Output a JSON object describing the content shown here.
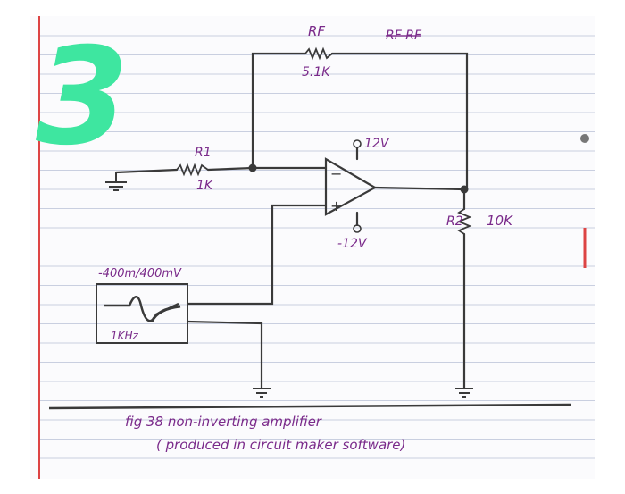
{
  "page_number": "3",
  "labels": {
    "rf": "RF",
    "rf_value": "5.1K",
    "rf_scribble": "RF RF",
    "r1": "R1",
    "r1_value": "1K",
    "vplus": "12V",
    "vminus": "-12V",
    "opamp_minus": "−",
    "opamp_plus": "+",
    "rl": "R2",
    "rl_value": "10K",
    "source_amplitude": "-400m/400mV",
    "source_freq": "1KHz"
  },
  "caption": {
    "line1": "fig 38 non-inverting amplifier",
    "line2": "( produced in circuit maker software)"
  },
  "colors": {
    "ink": "#3a3a3a",
    "pen": "#7a2a8a",
    "highlighter": "#3ee6a0",
    "paper": "#fbfbfd",
    "rule": "#c9cfe0",
    "margin": "#d44"
  }
}
